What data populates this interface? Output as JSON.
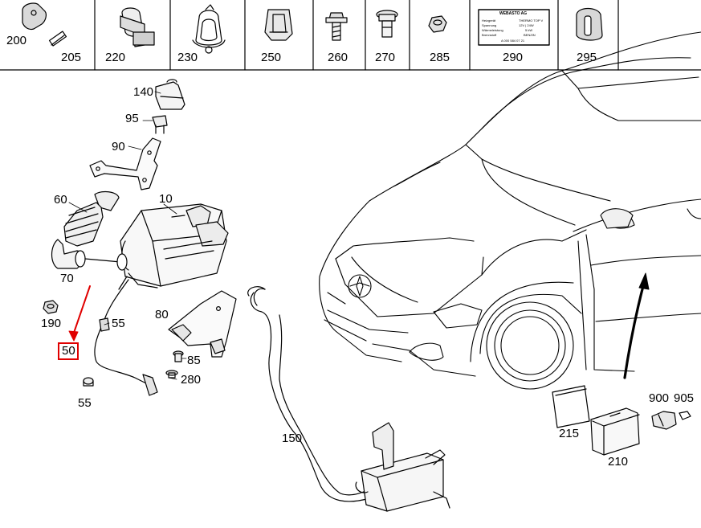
{
  "header_items": [
    {
      "nums": [
        "200",
        "205"
      ],
      "icon": "key-fob-icon"
    },
    {
      "nums": [
        "220"
      ],
      "icon": "pipe-clamp-icon"
    },
    {
      "nums": [
        "230"
      ],
      "icon": "spring-clip-icon"
    },
    {
      "nums": [
        "250"
      ],
      "icon": "clip-nut-icon"
    },
    {
      "nums": [
        "260"
      ],
      "icon": "screw-icon"
    },
    {
      "nums": [
        "270"
      ],
      "icon": "rivet-icon"
    },
    {
      "nums": [
        "285"
      ],
      "icon": "hex-nut-icon"
    },
    {
      "nums": [
        "290"
      ],
      "icon": "label-plate-icon"
    },
    {
      "nums": [
        "295"
      ],
      "icon": "rubber-cap-icon"
    }
  ],
  "label_plate": {
    "brand": "WEBASTO AG",
    "lines": [
      "Heizgerät",
      "Spannung",
      "Wärmeleistung",
      "Brennstoff"
    ],
    "values": [
      "THERMO TOP V",
      "12V | 24W",
      "5 kW",
      "BENZIN"
    ],
    "part_no": "A 000 584 07 21"
  },
  "callouts": {
    "c140": "140",
    "c95": "95",
    "c90": "90",
    "c60": "60",
    "c10": "10",
    "c70": "70",
    "c190": "190",
    "c55a": "55",
    "c80": "80",
    "c50": "50",
    "c85": "85",
    "c280": "280",
    "c55b": "55",
    "c150": "150",
    "c215": "215",
    "c210": "210",
    "c900": "900",
    "c905": "905"
  },
  "highlight": {
    "part": "50",
    "color": "#e00000"
  }
}
